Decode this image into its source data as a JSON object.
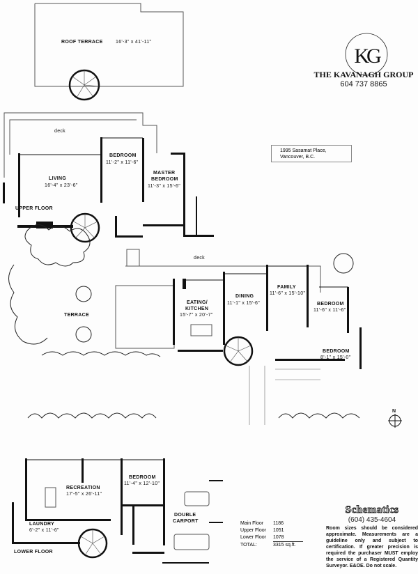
{
  "brand": {
    "name": "THE KAVANAGH GROUP",
    "phone": "604 737 8865",
    "logo_text": "KAVANAGH GROUP",
    "logo_monogram": "KG"
  },
  "address": {
    "line1": "1995 Sasamat Place,",
    "line2": "Vancouver, B.C."
  },
  "roof": {
    "label": "ROOF TERRACE",
    "dims": "16'-3\" x 41'-11\""
  },
  "upper": {
    "floor_label": "UPPER FLOOR",
    "deck": "deck",
    "living": {
      "label": "LIVING",
      "dims": "16'-4\" x 23'-6\""
    },
    "bedroom": {
      "label": "BEDROOM",
      "dims": "11'-2\" x 11'-6\""
    },
    "master": {
      "label1": "MASTER",
      "label2": "BEDROOM",
      "dims": "11'-3\" x 15'-6\""
    }
  },
  "main": {
    "deck": "deck",
    "terrace": "TERRACE",
    "kitchen": {
      "label1": "EATING/",
      "label2": "KITCHEN",
      "dims": "15'-7\" x 20'-7\""
    },
    "dining": {
      "label": "DINING",
      "dims": "11'-1\" x 15'-6\""
    },
    "family": {
      "label": "FAMILY",
      "dims": "11'-6\" x 15'-10\""
    },
    "bedroom1": {
      "label": "BEDROOM",
      "dims": "11'-6\" x 11'-6\""
    },
    "bedroom2": {
      "label": "BEDROOM",
      "dims": "8'-1\" x 15'-0\""
    }
  },
  "compass": "N",
  "lower": {
    "floor_label": "LOWER FLOOR",
    "recreation": {
      "label": "RECREATION",
      "dims": "17'-5\" x 26'-11\""
    },
    "bedroom": {
      "label": "BEDROOM",
      "dims": "11'-4\" x 12'-10\""
    },
    "laundry": {
      "label": "LAUNDRY",
      "dims": "6'-2\" x 11'-6\""
    },
    "carport1": "DOUBLE",
    "carport2": "CARPORT"
  },
  "areas": [
    {
      "label": "Main Floor",
      "value": "1186"
    },
    {
      "label": "Upper Floor",
      "value": "1051"
    },
    {
      "label": "Lower Floor",
      "value": "1078"
    },
    {
      "label": "TOTAL:",
      "value": "3315 sq.ft."
    }
  ],
  "schematics": {
    "title": "Schematics",
    "phone": "(604) 435-4604",
    "disclaimer": "Room sizes should be considered approximate. Measurements are a guideline only and subject to certification. If greater precision is required the purchaser MUST employ the service of a Registered Quantity Surveyor. E&OE. Do not scale."
  }
}
